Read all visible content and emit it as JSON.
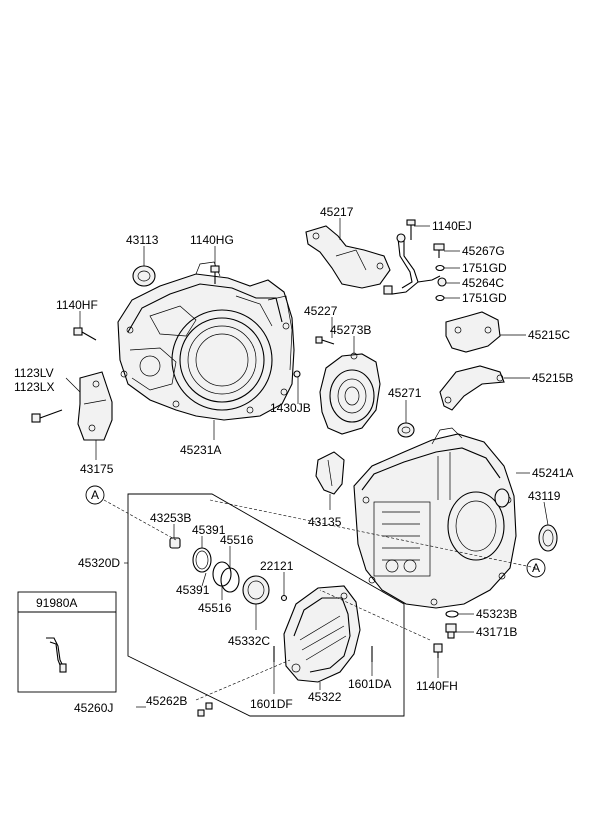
{
  "part_labels": {
    "p45217": "45217",
    "p1140EJ": "1140EJ",
    "p45267G": "45267G",
    "p1751GD_a": "1751GD",
    "p45264C": "45264C",
    "p1751GD_b": "1751GD",
    "p43113": "43113",
    "p1140HG": "1140HG",
    "p1140HF": "1140HF",
    "p45227": "45227",
    "p45273B": "45273B",
    "p45215C": "45215C",
    "p45215B": "45215B",
    "p1123LV": "1123LV",
    "p1123LX": "1123LX",
    "p1430JB": "1430JB",
    "p45271": "45271",
    "p43175": "43175",
    "p45231A": "45231A",
    "p45241A": "45241A",
    "p43119": "43119",
    "p43135": "43135",
    "p43253B": "43253B",
    "p45391_a": "45391",
    "p45516_a": "45516",
    "p45320D": "45320D",
    "p22121": "22121",
    "p45391_b": "45391",
    "p45516_b": "45516",
    "p45332C": "45332C",
    "p45323B": "45323B",
    "p43171B": "43171B",
    "p91980A": "91980A",
    "p45322": "45322",
    "p1601DA": "1601DA",
    "p1140FH": "1140FH",
    "p45262B": "45262B",
    "p45260J": "45260J",
    "p1601DF": "1601DF"
  },
  "callouts": {
    "ref_a_left": "A",
    "ref_a_right": "A"
  }
}
